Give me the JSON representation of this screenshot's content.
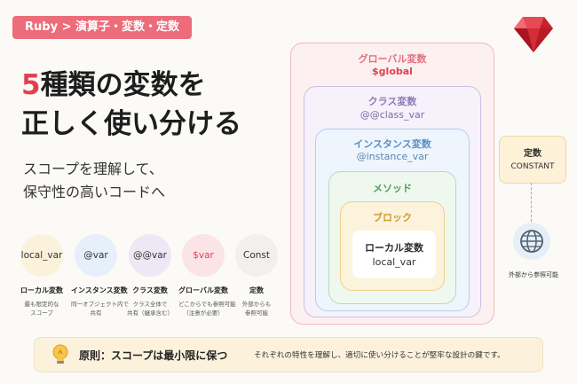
{
  "tag": "Ruby > 演算子・変数・定数",
  "title": {
    "number": "5",
    "line1_rest": "種類の変数を",
    "line2": "正しく使い分ける"
  },
  "subtitle": [
    "スコープを理解して、",
    "保守性の高いコードへ"
  ],
  "variables": [
    {
      "code": "local_var",
      "name": "ローカル変数",
      "desc": [
        "最も限定的な",
        "スコープ"
      ],
      "color": "#fbf2dc",
      "code_color": "#333333"
    },
    {
      "code": "@var",
      "name": "インスタンス変数",
      "desc": [
        "同一オブジェクト内で",
        "共有"
      ],
      "color": "#e6f0fb",
      "code_color": "#333333"
    },
    {
      "code": "@@var",
      "name": "クラス変数",
      "desc": [
        "クラス全体で",
        "共有（継承含む）"
      ],
      "color": "#ece8f5",
      "code_color": "#333333"
    },
    {
      "code": "$var",
      "name": "グローバル変数",
      "desc": [
        "どこからでも参照可能",
        "（注意が必要）"
      ],
      "color": "#fbe4e6",
      "code_color": "#e2404f"
    },
    {
      "code": "Const",
      "name": "定数",
      "desc": [
        "外部からも",
        "参照可能"
      ],
      "color": "#f1f0ee",
      "code_color": "#333333"
    }
  ],
  "scopes": {
    "global": {
      "title": "グローバル変数",
      "code": "$global"
    },
    "class": {
      "title": "クラス変数",
      "code": "@@class_var"
    },
    "instance": {
      "title": "インスタンス変数",
      "code": "@instance_var"
    },
    "method": {
      "title": "メソッド"
    },
    "block": {
      "title": "ブロック"
    },
    "local": {
      "title": "ローカル変数",
      "code": "local_var"
    }
  },
  "constant": {
    "title": "定数",
    "code": "CONSTANT",
    "note": "外部から参照可能"
  },
  "principle": "原則：スコープは最小限に保つ",
  "note": "それぞれの特性を理解し、適切に使い分けることが堅牢な設計の鍵です。",
  "colors": {
    "accent": "#e2404f",
    "tag": "#ec6c79",
    "global": "#ec8a96",
    "class": "#a38fc4",
    "instance": "#6fa3d8",
    "method": "#7cbf8a",
    "block": "#e7b458"
  },
  "icons": {
    "ruby": "ruby-gem-icon",
    "globe": "globe-icon",
    "bulb": "lightbulb-icon"
  }
}
